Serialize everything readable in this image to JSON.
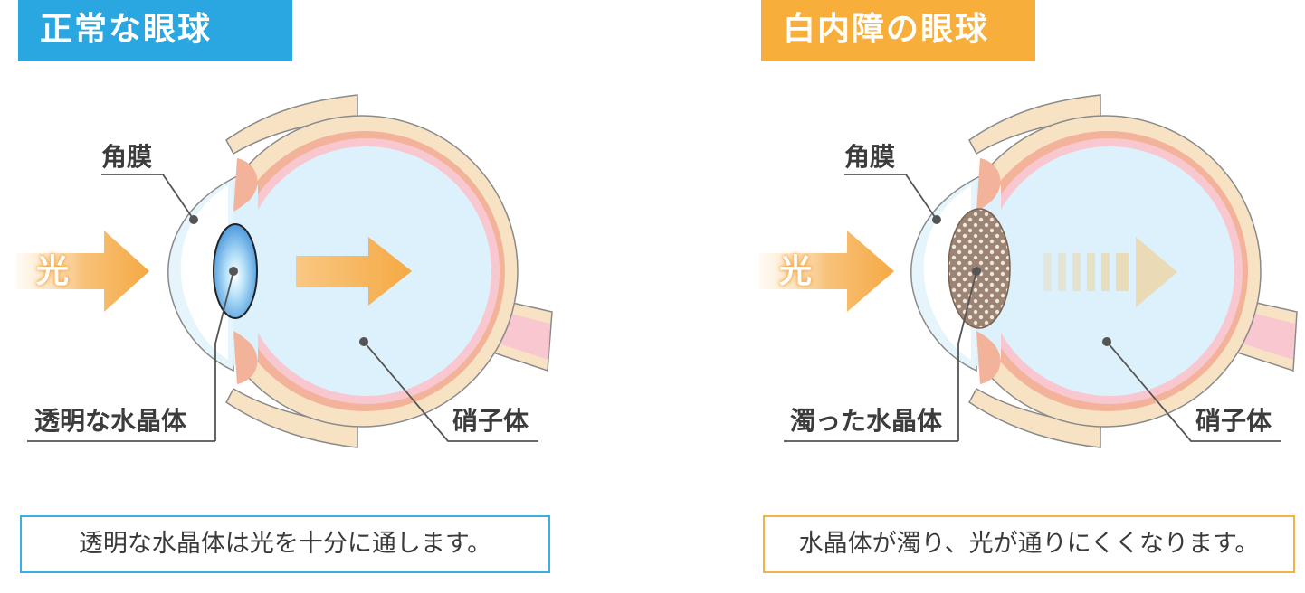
{
  "panels": {
    "normal": {
      "title": "正常な眼球",
      "cornea_label": "角膜",
      "light_label": "光",
      "lens_label": "透明な水晶体",
      "vitreous_label": "硝子体",
      "caption": "透明な水晶体は光を十分に通します。",
      "accent_color": "#2aa7e0"
    },
    "cataract": {
      "title": "白内障の眼球",
      "cornea_label": "角膜",
      "light_label": "光",
      "lens_label": "濁った水晶体",
      "vitreous_label": "硝子体",
      "caption": "水晶体が濁り、光が通りにくくなります。",
      "accent_color": "#f7ae3a"
    }
  },
  "colors": {
    "sclera": "#f7e3c4",
    "choroid": "#f3b39a",
    "retina": "#f9c7cf",
    "vitreous": "#dcf1fb",
    "arrow": "#f5a943",
    "clear_lens": "#4aa6e6",
    "cloudy_lens": "#9c8474",
    "leader_line": "#555555"
  }
}
